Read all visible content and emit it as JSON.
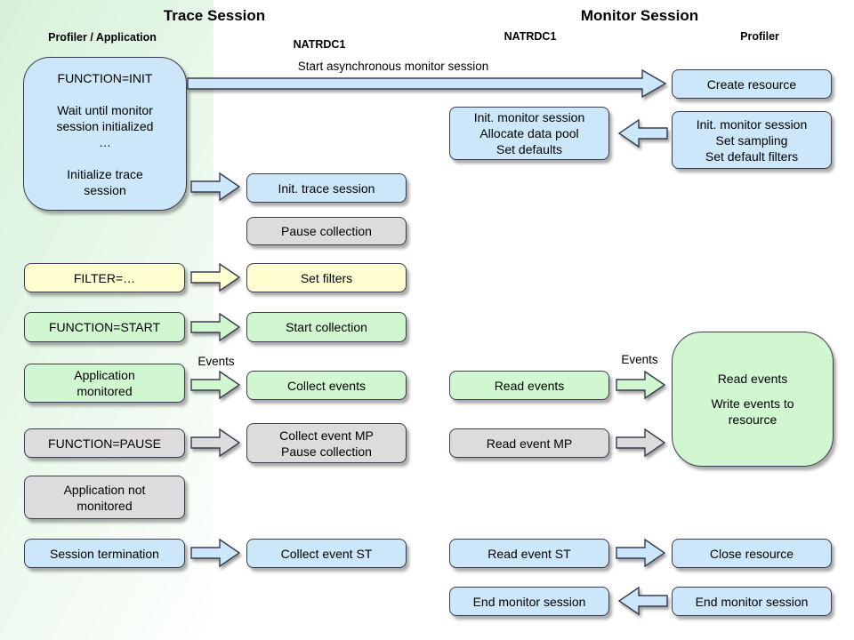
{
  "titles": {
    "trace": "Trace Session",
    "monitor": "Monitor Session"
  },
  "column_headers": [
    {
      "id": "profiler-application",
      "label": "Profiler / Application"
    },
    {
      "id": "natrdc1-trace",
      "label": "NATRDC1"
    },
    {
      "id": "natrdc1-monitor",
      "label": "NATRDC1"
    },
    {
      "id": "profiler-monitor",
      "label": "Profiler"
    }
  ],
  "palette": {
    "blue": "#cbe7f9",
    "yellow": "#ffffd2",
    "green": "#d0f7d0",
    "grey": "#dcdcdc",
    "border": "#3c3c50"
  },
  "nodes": [
    {
      "id": "function-init",
      "color": "blue",
      "lines": [
        "FUNCTION=INIT",
        "",
        "Wait until monitor",
        "session initialized",
        "…",
        "",
        "Initialize trace",
        "session"
      ]
    },
    {
      "id": "filter",
      "color": "yellow",
      "lines": [
        "FILTER=…"
      ]
    },
    {
      "id": "function-start",
      "color": "green",
      "lines": [
        "FUNCTION=START"
      ]
    },
    {
      "id": "app-monitored",
      "color": "green",
      "lines": [
        "Application",
        "monitored"
      ]
    },
    {
      "id": "function-pause",
      "color": "grey",
      "lines": [
        "FUNCTION=PAUSE"
      ]
    },
    {
      "id": "app-not-monitored",
      "color": "grey",
      "lines": [
        "Application not",
        "monitored"
      ]
    },
    {
      "id": "session-termination",
      "color": "blue",
      "lines": [
        "Session termination"
      ]
    },
    {
      "id": "init-trace-session",
      "color": "blue",
      "lines": [
        "Init. trace session"
      ]
    },
    {
      "id": "pause-collection",
      "color": "grey",
      "lines": [
        "Pause collection"
      ]
    },
    {
      "id": "set-filters",
      "color": "yellow",
      "lines": [
        "Set filters"
      ]
    },
    {
      "id": "start-collection",
      "color": "green",
      "lines": [
        "Start collection"
      ]
    },
    {
      "id": "collect-events",
      "color": "green",
      "lines": [
        "Collect events"
      ]
    },
    {
      "id": "collect-event-mp",
      "color": "grey",
      "lines": [
        "Collect event MP",
        "Pause collection"
      ]
    },
    {
      "id": "collect-event-st",
      "color": "blue",
      "lines": [
        "Collect event ST"
      ]
    },
    {
      "id": "init-monitor-session-nat",
      "color": "blue",
      "lines": [
        "Init. monitor session",
        "Allocate data pool",
        "Set defaults"
      ]
    },
    {
      "id": "read-events-nat",
      "color": "green",
      "lines": [
        "Read events"
      ]
    },
    {
      "id": "read-event-mp",
      "color": "grey",
      "lines": [
        "Read event MP"
      ]
    },
    {
      "id": "read-event-st",
      "color": "blue",
      "lines": [
        "Read event ST"
      ]
    },
    {
      "id": "end-monitor-session-nat",
      "color": "blue",
      "lines": [
        "End monitor session"
      ]
    },
    {
      "id": "create-resource",
      "color": "blue",
      "lines": [
        "Create resource"
      ]
    },
    {
      "id": "init-monitor-session-prof",
      "color": "blue",
      "lines": [
        "Init. monitor session",
        "Set sampling",
        "Set default filters"
      ]
    },
    {
      "id": "read-write-events",
      "color": "green",
      "lines": [
        "Read events",
        "",
        "Write events to",
        "resource"
      ]
    },
    {
      "id": "close-resource",
      "color": "blue",
      "lines": [
        "Close resource"
      ]
    },
    {
      "id": "end-monitor-session-prof",
      "color": "blue",
      "lines": [
        "End monitor session"
      ]
    }
  ],
  "arrows": [
    {
      "id": "start-async",
      "color": "blue",
      "label": "Start asynchronous monitor session"
    },
    {
      "id": "to-init-trace",
      "color": "blue"
    },
    {
      "id": "to-set-filters",
      "color": "yellow"
    },
    {
      "id": "to-start-collection",
      "color": "green"
    },
    {
      "id": "to-collect-events",
      "color": "green",
      "label": "Events"
    },
    {
      "id": "to-collect-event-mp",
      "color": "grey"
    },
    {
      "id": "to-collect-event-st",
      "color": "blue"
    },
    {
      "id": "to-init-monitor",
      "color": "blue"
    },
    {
      "id": "to-read-write-events",
      "color": "green",
      "label": "Events"
    },
    {
      "id": "to-read-write-mp",
      "color": "grey"
    },
    {
      "id": "to-close-resource",
      "color": "blue"
    },
    {
      "id": "to-end-monitor",
      "color": "blue"
    }
  ]
}
